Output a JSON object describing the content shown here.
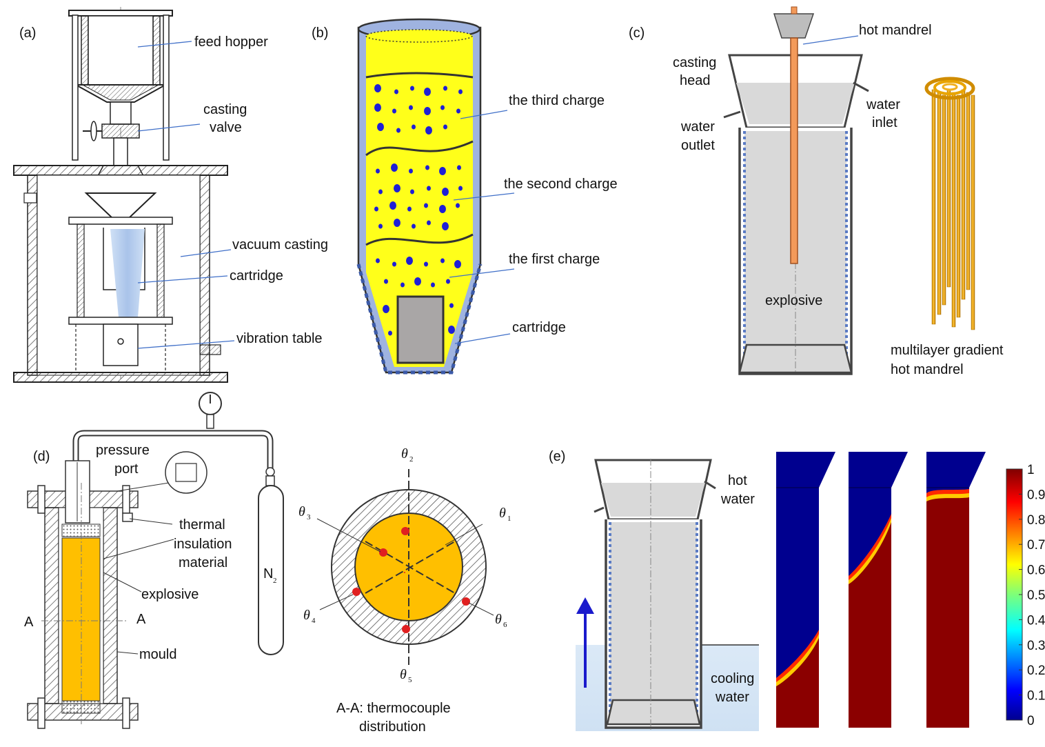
{
  "panels": {
    "a": {
      "label": "(a)",
      "labels": [
        "feed hopper",
        "casting",
        "valve",
        "vacuum casting",
        "cartridge",
        "vibration table"
      ]
    },
    "b": {
      "label": "(b)",
      "labels": [
        "the third charge",
        "the second charge",
        "the first charge",
        "cartridge"
      ]
    },
    "c": {
      "label": "(c)",
      "labels": [
        "hot mandrel",
        "casting",
        "head",
        "water",
        "outlet",
        "water",
        "inlet",
        "explosive",
        "multilayer gradient",
        "hot mandrel"
      ]
    },
    "d": {
      "label": "(d)",
      "labels": [
        "pressure",
        "port",
        "thermal",
        "insulation",
        "material",
        "explosive",
        "A",
        "A",
        "mould",
        "N",
        "2"
      ],
      "section_caption": [
        "A-A: thermocouple",
        "distribution"
      ],
      "thermocouples": [
        "1",
        "2",
        "3",
        "4",
        "5",
        "6"
      ],
      "theta_symbol": "θ"
    },
    "e": {
      "label": "(e)",
      "labels": [
        "hot",
        "water",
        "cooling",
        "water"
      ],
      "colorbar_ticks": [
        "1",
        "0.9",
        "0.8",
        "0.7",
        "0.6",
        "0.5",
        "0.4",
        "0.3",
        "0.2",
        "0.1",
        "0"
      ],
      "snapshot_front_fraction": [
        0.18,
        0.55,
        0.85
      ]
    }
  },
  "colors": {
    "explosive_yellow": "#ffff1a",
    "particle_blue": "#1f1fd6",
    "cartridge_gray": "#a9a6a6",
    "mould_blue": "#9fb3e0",
    "mandrel_orange": "#f39a5a",
    "explosive_amber": "#ffbf00",
    "hot_red": "#8b0000",
    "cold_blue": "#00008f",
    "leader_blue": "#3f6fc8"
  }
}
